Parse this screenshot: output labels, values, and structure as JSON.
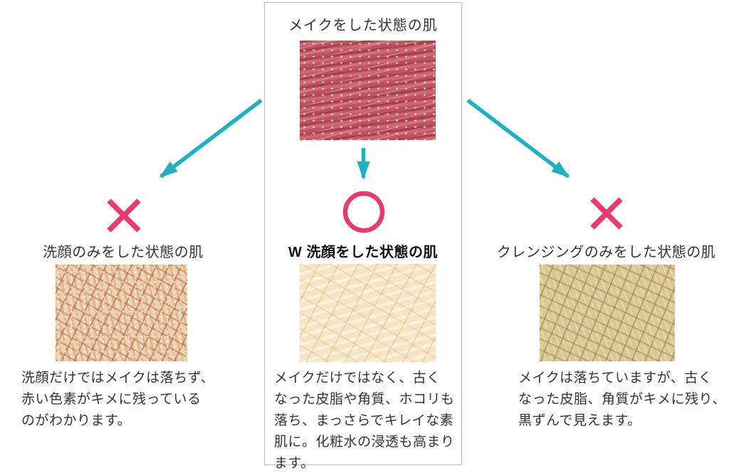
{
  "colors": {
    "mark_pink": "#e83a6c",
    "box_border_pink": "#efa3ae",
    "arrow_teal": "#1fb1c1",
    "text_dark": "#333333"
  },
  "top": {
    "title": "メイクをした状態の肌",
    "image": "makeup-skin-texture"
  },
  "columns": [
    {
      "id": "face-wash-only",
      "mark": "×",
      "title": "洗顔のみをした状態の肌",
      "image": "wash-only-skin-texture",
      "description": "洗顔だけではメイクは落ちず、\n赤い色素がキメに残っている\nのがわかります。"
    },
    {
      "id": "double-wash",
      "mark": "○",
      "title": "W 洗顔をした状態の肌",
      "image": "double-wash-skin-texture",
      "description": "メイクだけではなく、古く\nなった皮脂や角質、ホコリも\n落ち、まっさらでキレイな素\n肌に。化粧水の浸透も高まり\nます。"
    },
    {
      "id": "cleansing-only",
      "mark": "×",
      "title": "クレンジングのみをした状態の肌",
      "image": "cleansing-only-skin-texture",
      "description": "メイクは落ちていますが、古く\nなった皮脂、角質がキメに残り、\n黒ずんで見えます。"
    }
  ]
}
